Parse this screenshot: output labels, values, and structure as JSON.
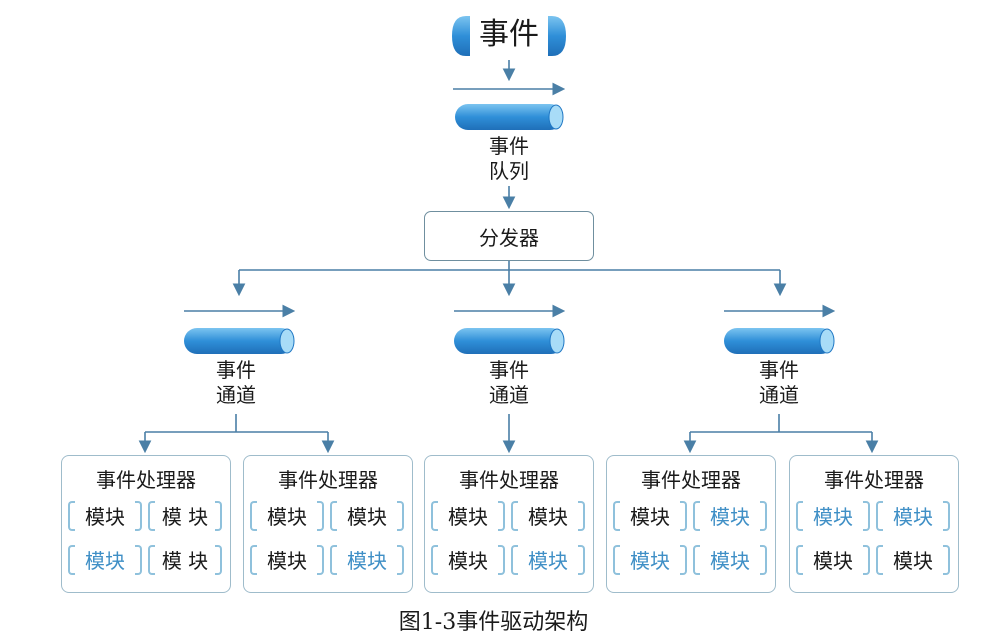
{
  "title_event": "事件",
  "queue": {
    "line1": "事件",
    "line2": "队列"
  },
  "dispatcher": "分发器",
  "channels": [
    {
      "line1": "事件",
      "line2": "通道"
    },
    {
      "line1": "事件",
      "line2": "通道"
    },
    {
      "line1": "事件",
      "line2": "通道"
    }
  ],
  "handlers": [
    {
      "title": "事件处理器",
      "modules": [
        "模块",
        "模 块",
        "模块",
        "模 块"
      ],
      "colors": [
        "black",
        "black",
        "blue",
        "black"
      ]
    },
    {
      "title": "事件处理器",
      "modules": [
        "模块",
        "模块",
        "模块",
        "模块"
      ],
      "colors": [
        "black",
        "black",
        "black",
        "blue"
      ]
    },
    {
      "title": "事件处理器",
      "modules": [
        "模块",
        "模块",
        "模块",
        "模块"
      ],
      "colors": [
        "black",
        "black",
        "black",
        "blue"
      ]
    },
    {
      "title": "事件处理器",
      "modules": [
        "模块",
        "模块",
        "模块",
        "模块"
      ],
      "colors": [
        "black",
        "blue",
        "blue",
        "blue"
      ]
    },
    {
      "title": "事件处理器",
      "modules": [
        "模块",
        "模块",
        "模块",
        "模块"
      ],
      "colors": [
        "blue",
        "blue",
        "black",
        "black"
      ]
    }
  ],
  "caption": "图1-3事件驱动架构",
  "colors": {
    "pipe": "#3a9fe0",
    "pipe_dark": "#1f77c4",
    "line": "#4a7fa6",
    "module_bracket": "#8fc1dc",
    "module_blue": "#3f8fc6"
  }
}
